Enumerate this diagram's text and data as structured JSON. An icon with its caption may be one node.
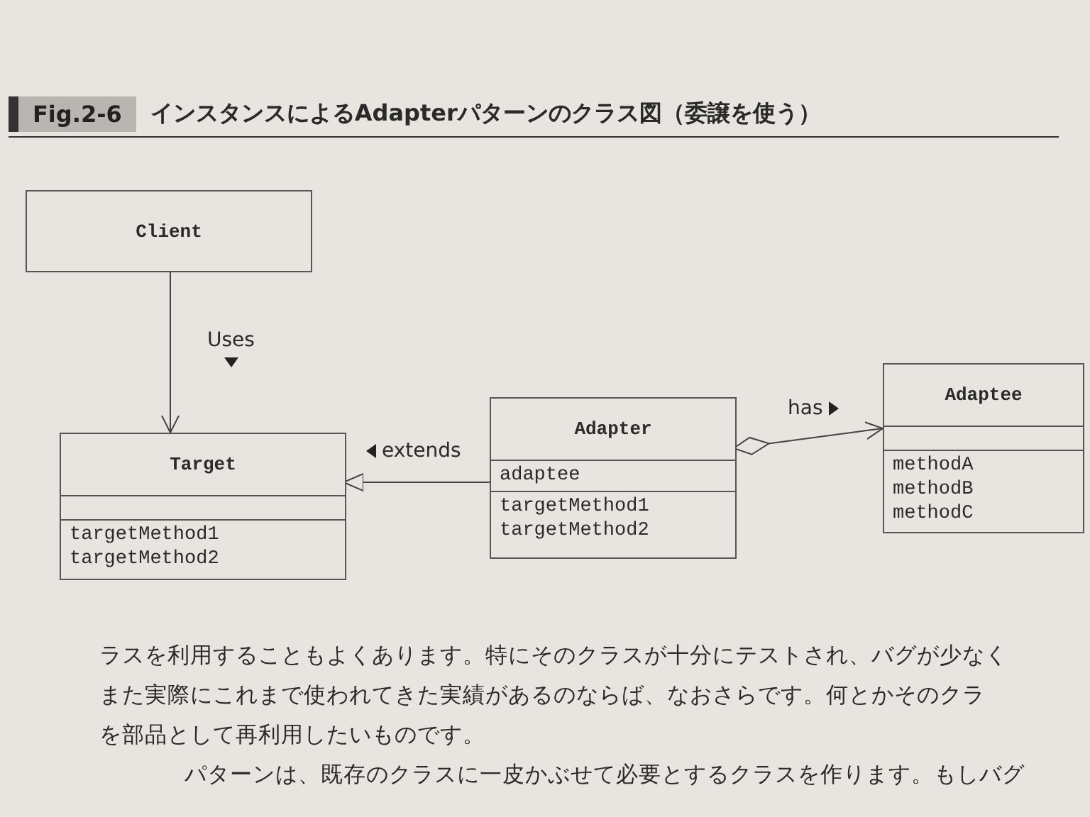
{
  "diagram": {
    "title": "インスタンスによるAdapterパターンのクラス図（委譲を使う）",
    "nodes": [
      {
        "text": [
          "Client"
        ]
      },
      {
        "text": [
          "Target",
          "targetMethod1",
          "targetMethod2"
        ]
      },
      {
        "text": [
          "Adapter",
          "adaptee",
          "targetMethod1",
          "targetMethod2"
        ]
      },
      {
        "text": [
          "Adaptee",
          "methodA",
          "methodB",
          "methodC"
        ]
      }
    ],
    "edges": [
      {
        "from": 0,
        "to": 1,
        "arrow": "to",
        "label": "Uses"
      },
      {
        "from": 2,
        "to": 1,
        "arrow": "to",
        "label": "extends"
      },
      {
        "from": 2,
        "to": 3,
        "arrow": "to",
        "label": "has"
      }
    ],
    "labels": [
      "Fig.2-6",
      "ラスを利用することもよくあります。特にそのクラスが十分にテストされ、バグが少なく",
      "また実際にこれまで使われてきた実績があるのならば、なおさらです。何とかそのクラ",
      "を部品として再利用したいものです。",
      "パターンは、既存のクラスに一皮かぶせて必要とするクラスを作ります。もしバグ"
    ]
  }
}
